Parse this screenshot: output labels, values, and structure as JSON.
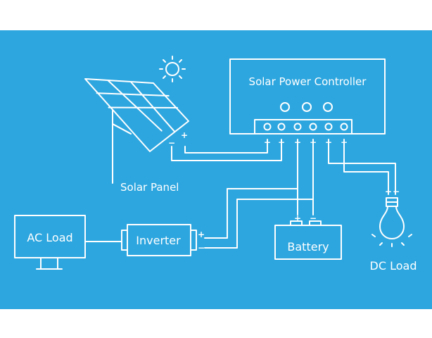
{
  "colors": {
    "background": "#2da6df",
    "line": "#ffffff",
    "page": "#ffffff"
  },
  "labels": {
    "controller": "Solar Power Controller",
    "solar_panel": "Solar Panel",
    "battery": "Battery",
    "inverter": "Inverter",
    "ac_load": "AC Load",
    "dc_load": "DC Load"
  },
  "terminals": {
    "controller": [
      "+",
      "−",
      "+",
      "−",
      "+",
      "−"
    ],
    "panel": [
      "−",
      "+"
    ],
    "battery": [
      "+",
      "−"
    ],
    "inverter": [
      "+",
      "−"
    ],
    "dc_load": [
      "+",
      "−"
    ]
  },
  "icons": [
    "sun-icon",
    "solar-panel-icon",
    "monitor-icon",
    "light-bulb-icon"
  ]
}
